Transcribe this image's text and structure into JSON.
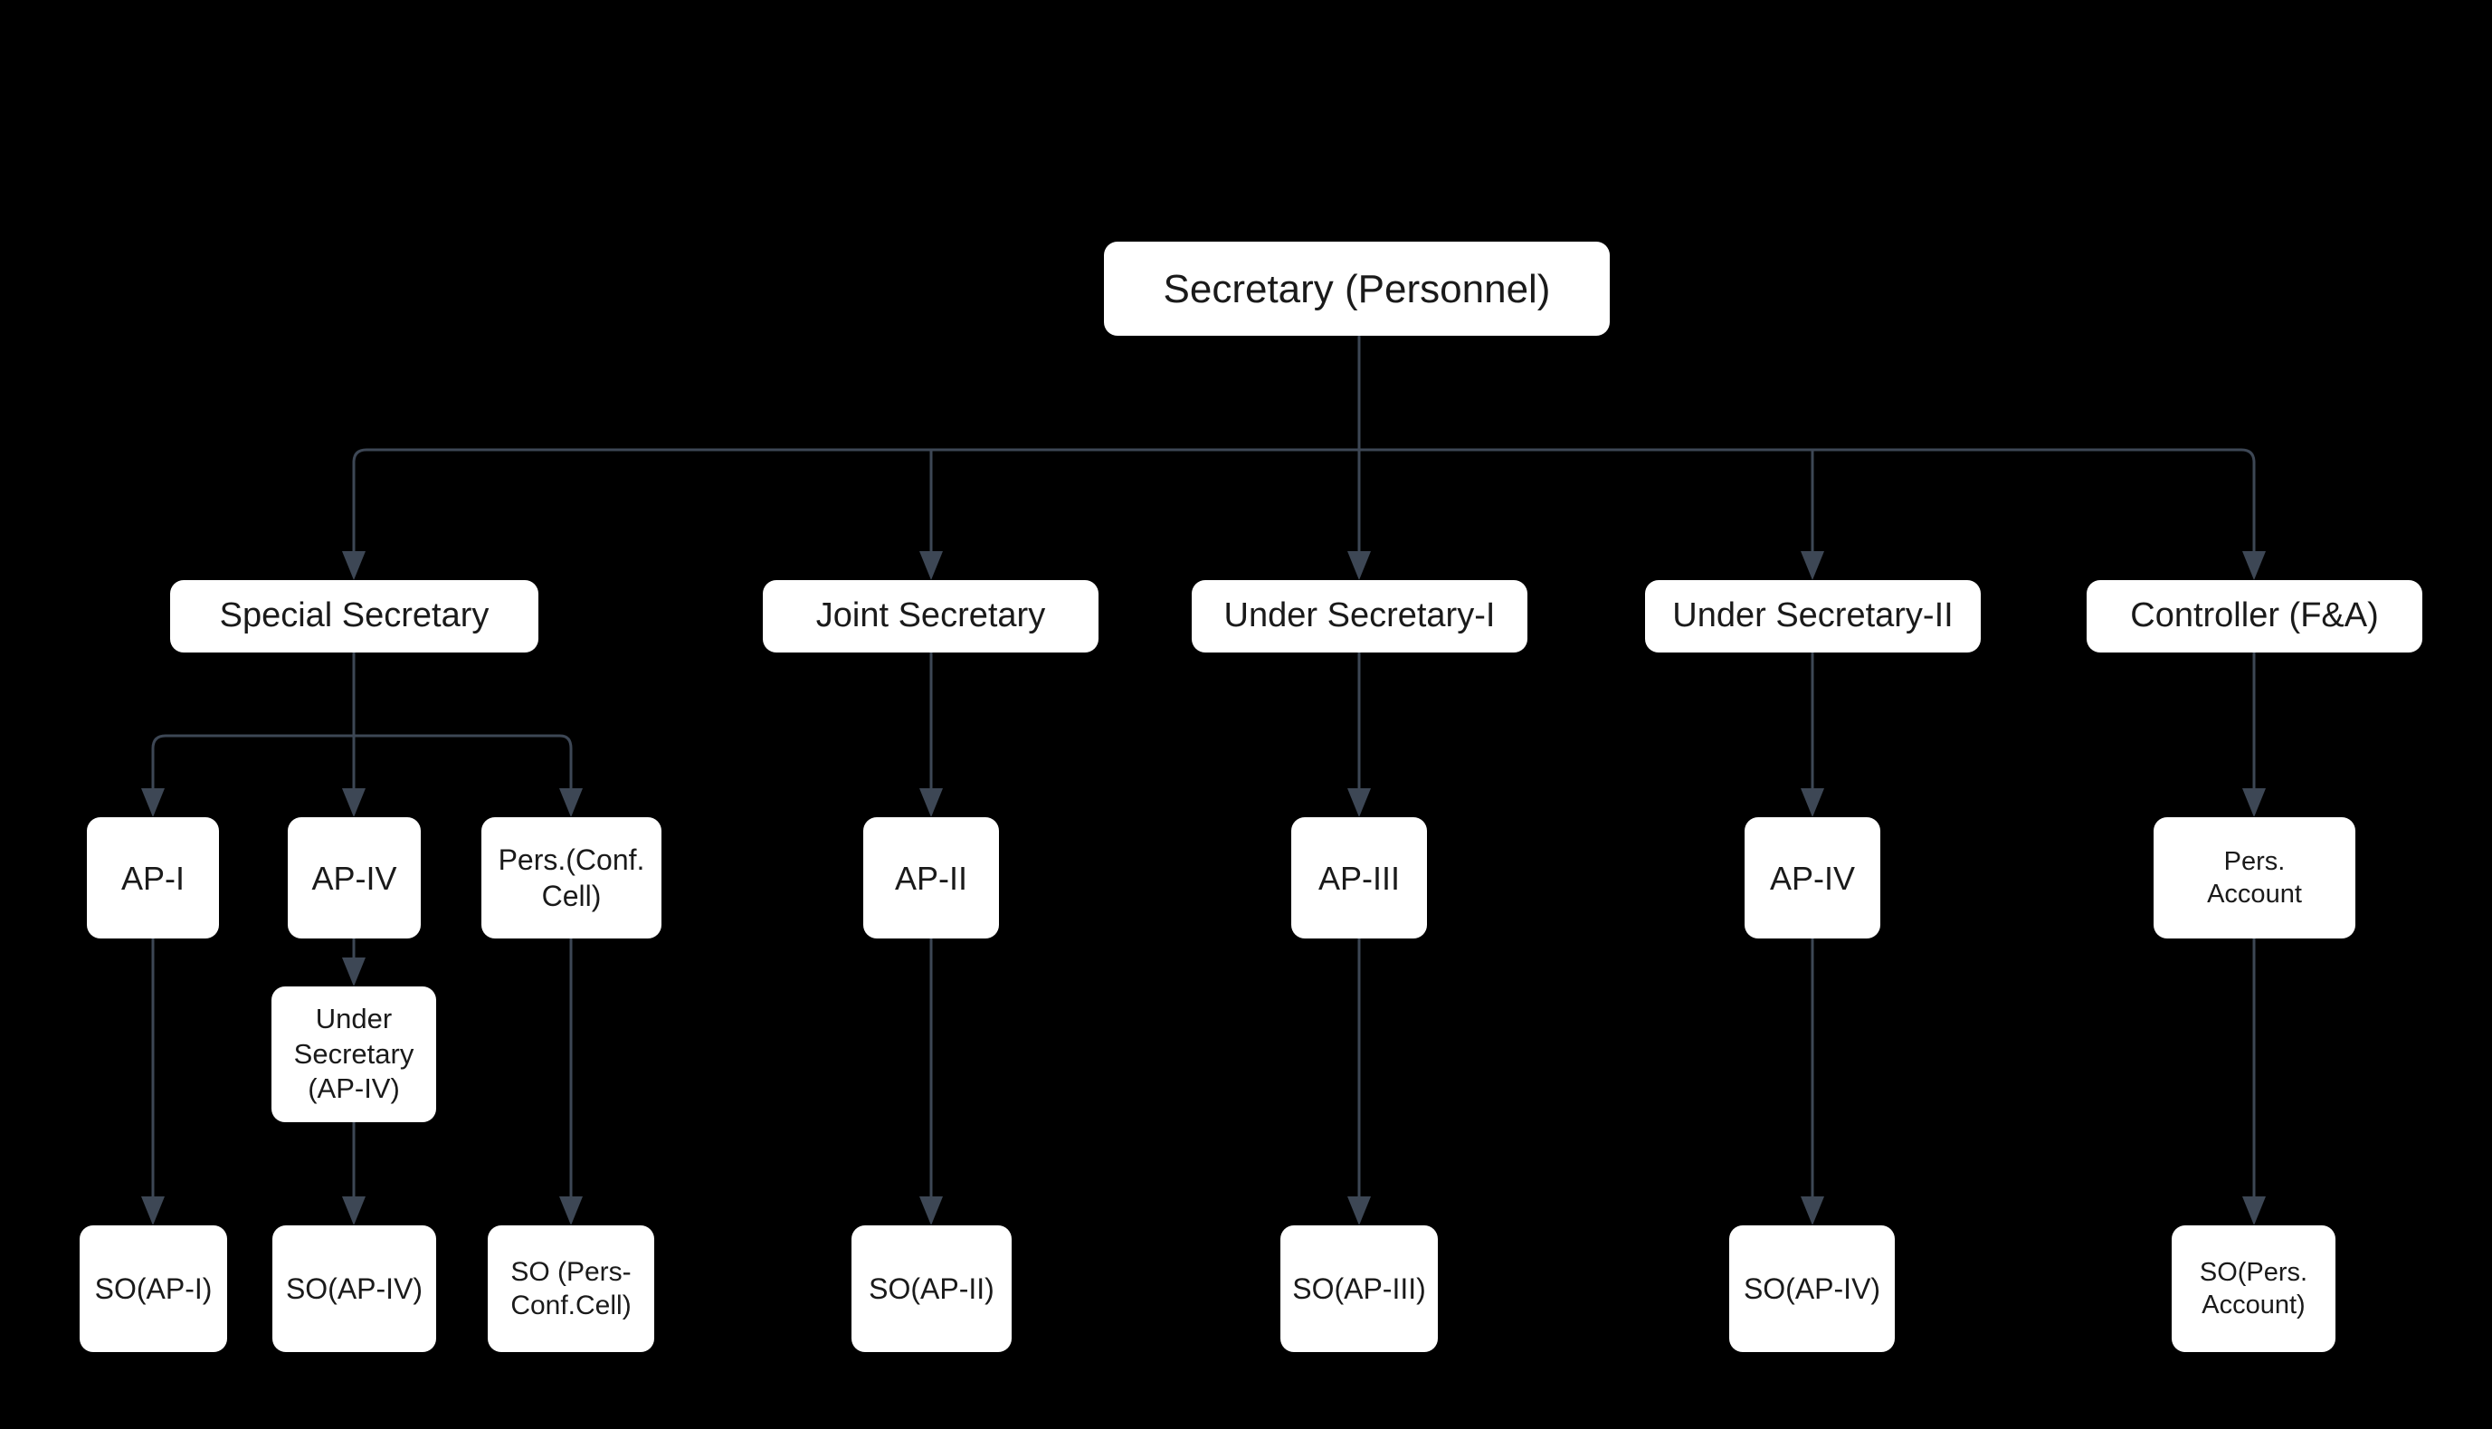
{
  "colors": {
    "background": "#000000",
    "node_fill": "#ffffff",
    "node_text": "#1a1a1a",
    "connector": "#3d4755"
  },
  "nodes": {
    "secretary": {
      "label": "Secretary (Personnel)"
    },
    "special_secretary": {
      "label": "Special Secretary"
    },
    "joint_secretary": {
      "label": "Joint Secretary"
    },
    "under_secretary_1": {
      "label": "Under Secretary-I"
    },
    "under_secretary_2": {
      "label": "Under Secretary-II"
    },
    "controller_fa": {
      "label": "Controller (F&A)"
    },
    "ap_1": {
      "label": "AP-I"
    },
    "ap_4": {
      "label": "AP-IV"
    },
    "pers_conf_cell": {
      "label": "Pers.(Conf. Cell)"
    },
    "ap_2": {
      "label": "AP-II"
    },
    "ap_3": {
      "label": "AP-III"
    },
    "ap_4_us2": {
      "label": "AP-IV"
    },
    "pers_account": {
      "label": "Pers. Account"
    },
    "under_secretary_ap4": {
      "label": "Under Secretary (AP-IV)"
    },
    "so_ap_1": {
      "label": "SO(AP-I)"
    },
    "so_ap_4": {
      "label": "SO(AP-IV)"
    },
    "so_pers_conf_cell": {
      "label": "SO (Pers-Conf.Cell)"
    },
    "so_ap_2": {
      "label": "SO(AP-II)"
    },
    "so_ap_3": {
      "label": "SO(AP-III)"
    },
    "so_ap_4_us2": {
      "label": "SO(AP-IV)"
    },
    "so_pers_account": {
      "label": "SO(Pers. Account)"
    }
  },
  "edges": [
    [
      "secretary",
      "special_secretary"
    ],
    [
      "secretary",
      "joint_secretary"
    ],
    [
      "secretary",
      "under_secretary_1"
    ],
    [
      "secretary",
      "under_secretary_2"
    ],
    [
      "secretary",
      "controller_fa"
    ],
    [
      "special_secretary",
      "ap_1"
    ],
    [
      "special_secretary",
      "ap_4"
    ],
    [
      "special_secretary",
      "pers_conf_cell"
    ],
    [
      "joint_secretary",
      "ap_2"
    ],
    [
      "under_secretary_1",
      "ap_3"
    ],
    [
      "under_secretary_2",
      "ap_4_us2"
    ],
    [
      "controller_fa",
      "pers_account"
    ],
    [
      "ap_1",
      "so_ap_1"
    ],
    [
      "ap_4",
      "under_secretary_ap4"
    ],
    [
      "under_secretary_ap4",
      "so_ap_4"
    ],
    [
      "pers_conf_cell",
      "so_pers_conf_cell"
    ],
    [
      "ap_2",
      "so_ap_2"
    ],
    [
      "ap_3",
      "so_ap_3"
    ],
    [
      "ap_4_us2",
      "so_ap_4_us2"
    ],
    [
      "pers_account",
      "so_pers_account"
    ]
  ]
}
